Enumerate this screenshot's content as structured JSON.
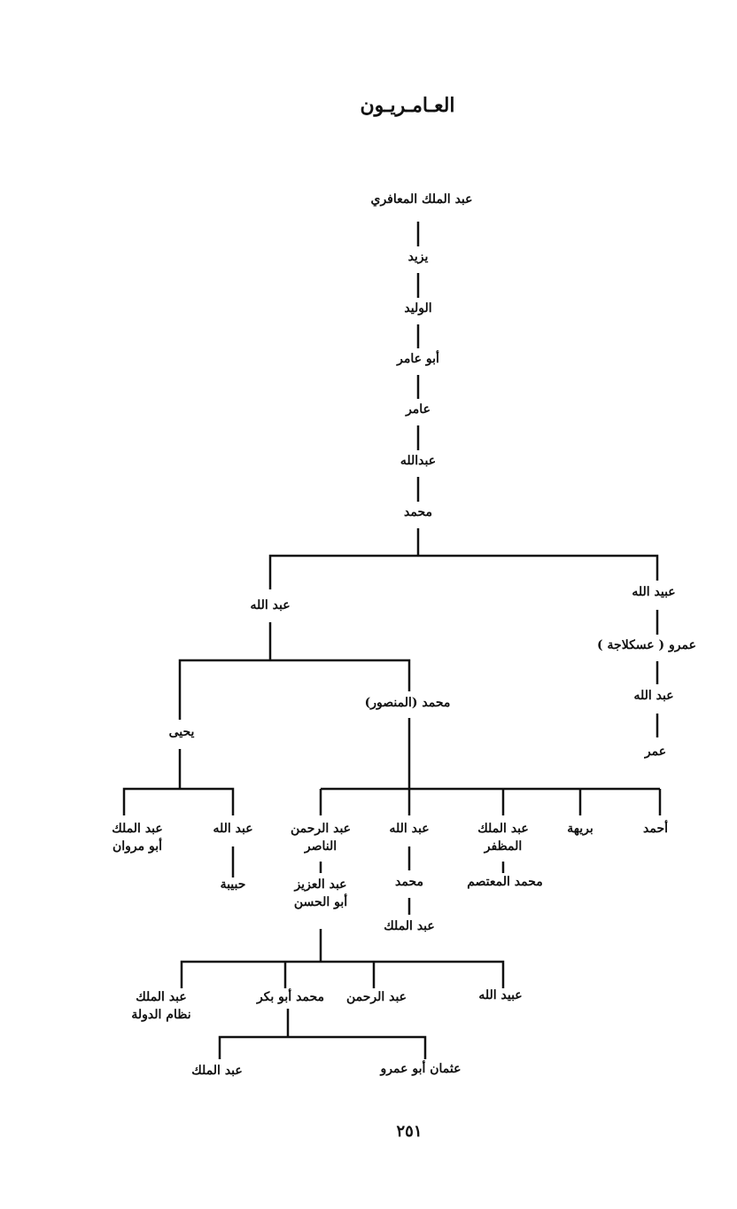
{
  "title": "العـامـريـون",
  "page_number": "٢٥١",
  "nodes": {
    "root": "عبد الملك المعافري",
    "yazid": "يزيد",
    "walid": "الوليد",
    "abu_amir": "أبو عامر",
    "amir": "عامر",
    "abdallah1": "عبدالله",
    "muhammad1": "محمد",
    "abdallah2": "عبد الله",
    "ubaydallah1": "عبيد الله",
    "amr": "عمرو ( عسكلاجة )",
    "abdallah3": "عبد الله",
    "umar": "عمر",
    "yahya": "يحيى",
    "mansur": "محمد (المنصور)",
    "abdalmalik_y": [
      "عبد الملك",
      "أبو مروان"
    ],
    "abdallah_y": "عبد الله",
    "habiba": "حبيبة",
    "nasir": [
      "عبد الرحمن",
      "الناصر"
    ],
    "abdallah_m": "عبد الله",
    "muzaffar": [
      "عبد الملك",
      "المظفر"
    ],
    "bariha": "بريهة",
    "ahmad": "أحمد",
    "abdalaziz": [
      "عبد العزيز",
      "أبو الحسن"
    ],
    "muhammad_a": "محمد",
    "abdalmalik_a": "عبد الملك",
    "mutasim": "محمد المعتصم",
    "nizam": [
      "عبد الملك",
      "نظام الدولة"
    ],
    "abu_bakr": "محمد أبو بكر",
    "abdalrahman2": "عبد الرحمن",
    "ubaydallah2": "عبيد الله",
    "abdalmalik_b": "عبد الملك",
    "uthman": "عثمان أبو عمرو"
  }
}
